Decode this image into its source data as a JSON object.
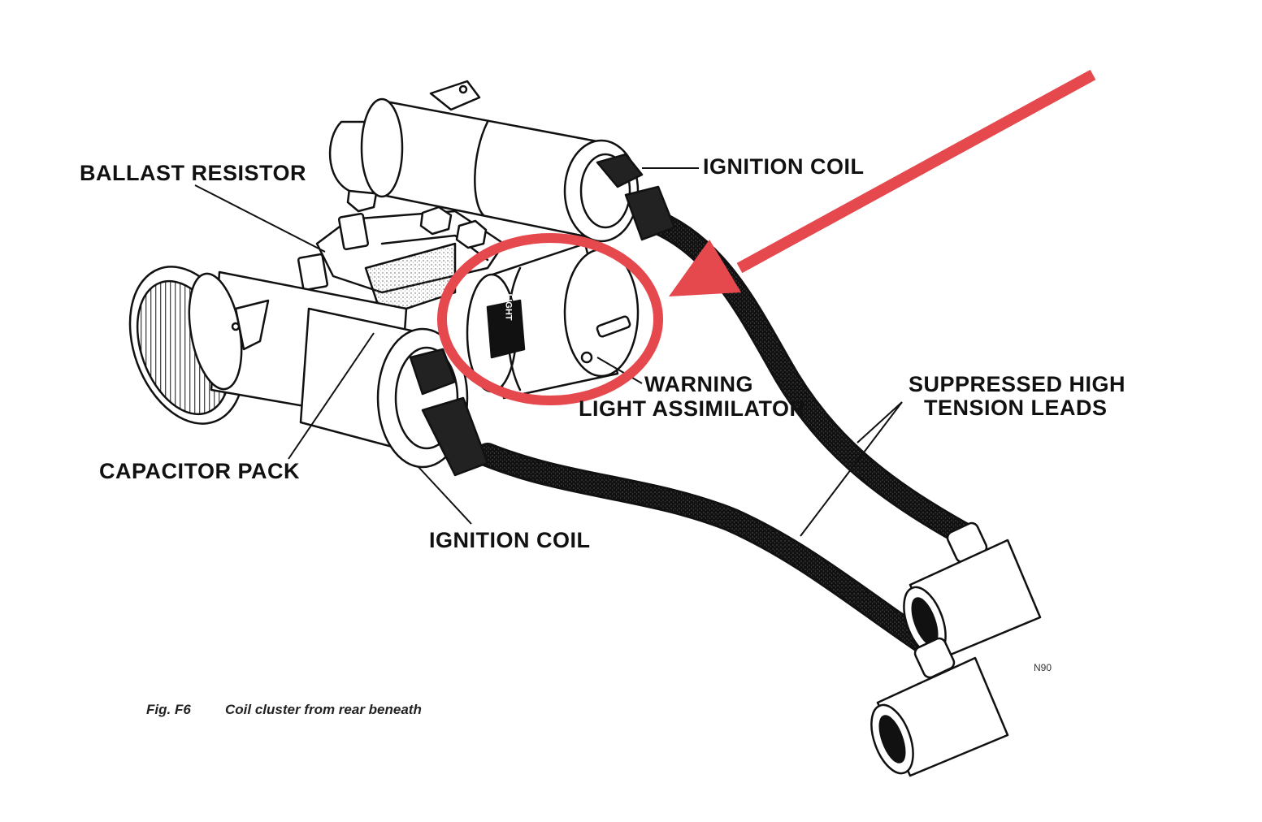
{
  "figure": {
    "number": "Fig. F6",
    "caption": "Coil cluster from rear beneath",
    "drawing_code": "N90"
  },
  "labels": {
    "ballast_resistor": "BALLAST RESISTOR",
    "ignition_coil_upper": "IGNITION COIL",
    "warning_light_line1": "WARNING",
    "warning_light_line2": "LIGHT ASSIMILATOR",
    "suppressed_line1": "SUPPRESSED HIGH",
    "suppressed_line2": "TENSION LEADS",
    "capacitor_pack": "CAPACITOR PACK",
    "ignition_coil_lower": "IGNITION COIL",
    "assimilator_body_text": "LIGHT"
  },
  "annotation": {
    "highlight_color": "#e5484d",
    "target": "warning light assimilator"
  }
}
